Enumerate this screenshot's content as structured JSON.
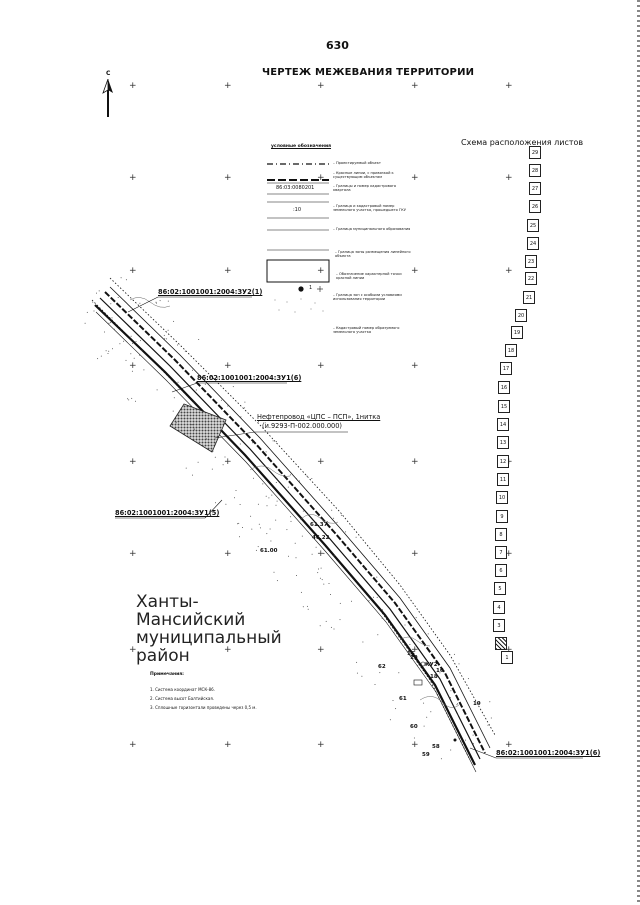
{
  "page": {
    "number": "630",
    "title": "ЧЕРТЕЖ МЕЖЕВАНИЯ ТЕРРИТОРИИ"
  },
  "compass": {
    "north_label": "С",
    "icon": "north-arrow-icon"
  },
  "legend": {
    "heading": "условные обозначения",
    "samples": {
      "cadastral_number": "86:03:0080201",
      "parcel_number": ":10",
      "point_label": "1"
    },
    "items": [
      "– Проектируемый объект",
      "– Красные линии, с привязкой к существующим объектам",
      "– Границы и номер кадастрового квартала",
      "– Граница и кадастровый номер земельного участка, прошедшего ГКУ",
      "– Граница муниципального образования",
      "– Граница зоны размещения линейного объекта",
      "– Обозначение характерной точки красной линии",
      "– Граница зон с особыми условиями использования территории",
      "– Кадастровый номер образуемого земельного участка"
    ]
  },
  "scheme": {
    "title": "Схема расположения листов",
    "sheets": [
      "29",
      "28",
      "27",
      "26",
      "25",
      "24",
      "23",
      "22",
      "21",
      "20",
      "19",
      "18",
      "17",
      "16",
      "15",
      "14",
      "13",
      "12",
      "11",
      "10",
      "9",
      "8",
      "7",
      "6",
      "5",
      "4",
      "3",
      "2",
      "1"
    ],
    "current_sheet": "2"
  },
  "map": {
    "cadastral_labels": [
      "86:02:1001001:2004:ЗУ2(1)",
      "86:02:1001001:2004:ЗУ1(6)",
      "86:02:1001001:2004:ЗУ1(5)",
      "86:02:1001001:2004:ЗУ1(6)"
    ],
    "field_label": "Нефтепровод «ЦПС – ПСП», 1нитка",
    "field_code": "(и.9293-П-002.000.000)",
    "district": "Ханты-Мансийский муниципальный район",
    "point_numbers": [
      "61.00",
      "61.37",
      "46.22",
      "16",
      "16",
      "19",
      "18",
      "62",
      "61",
      "60",
      "19",
      "58",
      "59"
    ],
    "poi_labels": [
      "КУ2"
    ]
  },
  "notes": {
    "heading": "Примечания:",
    "items": [
      "1. Система координат МСК-86.",
      "2. Система высот Балтийская.",
      "3. Сплошные горизонтали проведены через 0,5 м."
    ]
  },
  "colors": {
    "ink": "#111111",
    "paper": "#ffffff",
    "hatch": "#555555"
  }
}
